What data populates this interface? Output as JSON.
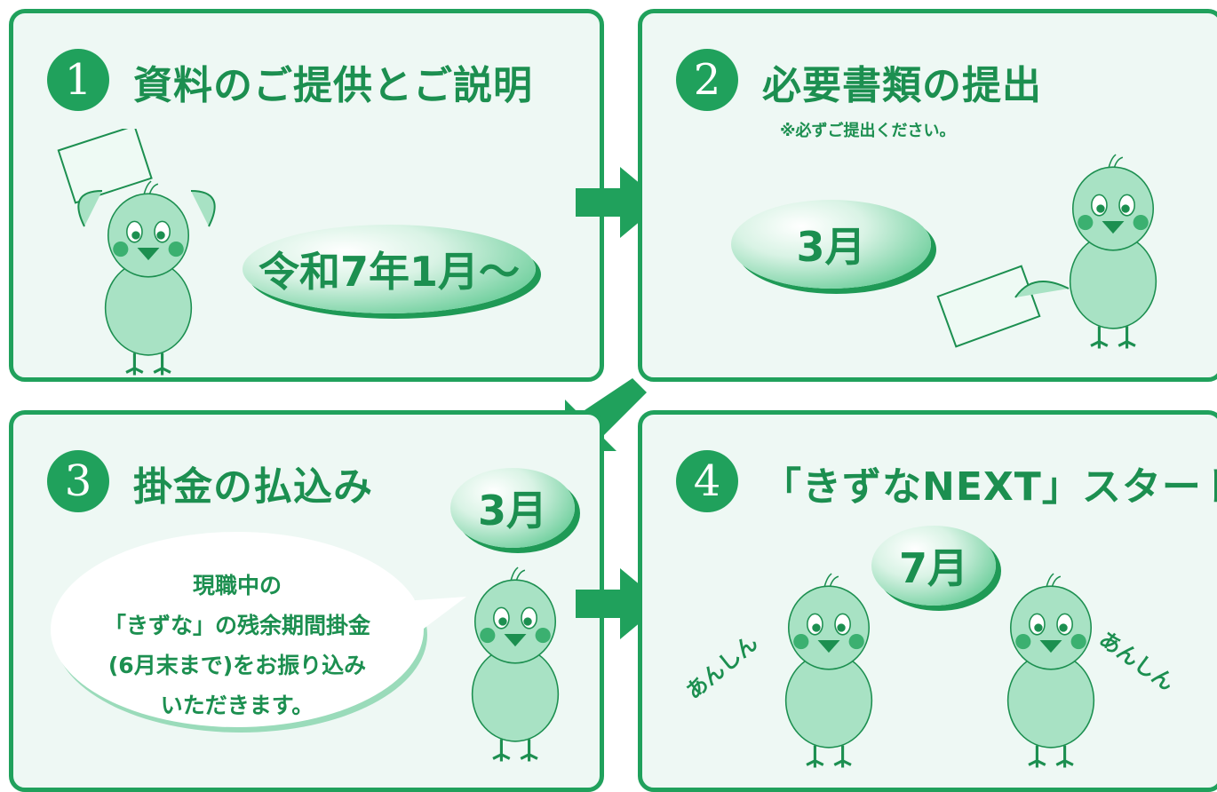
{
  "steps": [
    {
      "num": "1",
      "title": "資料のご提供とご説明",
      "badge": "令和7年1月〜"
    },
    {
      "num": "2",
      "title": "必要書類の提出",
      "note": "※必ずご提出ください。",
      "badge": "3月"
    },
    {
      "num": "3",
      "title": "掛金の払込み",
      "badge": "3月",
      "bubble_lines": [
        "現職中の",
        "「きずな」の残余期間掛金",
        "(6月末まで)をお振り込み",
        "いただきます。"
      ]
    },
    {
      "num": "4",
      "title": "「きずなNEXT」スタート",
      "badge": "7月",
      "chant_left": "あんしん",
      "chant_right": "あんしん"
    }
  ],
  "colors": {
    "brand_green": "#20a15c",
    "panel_bg": "#eef8f4",
    "bird": "#a8e2c4"
  },
  "icons": [
    "bird-mascot-icon",
    "paper-icon",
    "arrow-right-icon",
    "arrow-down-left-icon"
  ]
}
